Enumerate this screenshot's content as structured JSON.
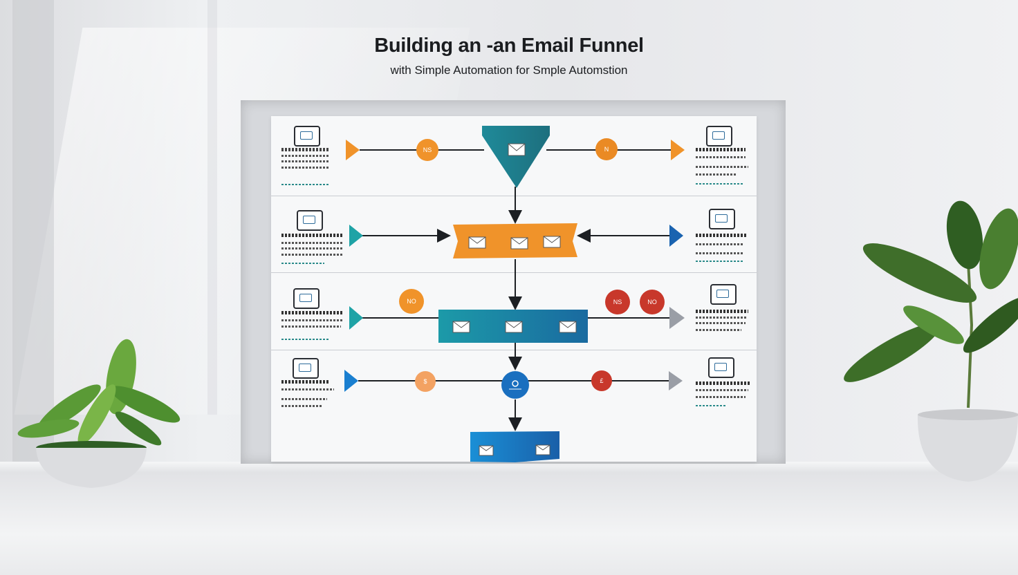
{
  "title": "Building an -an Email Funnel",
  "subtitle": "with Simple Automation for Smple Automstion",
  "colors": {
    "teal": "#1f8a99",
    "orange": "#f0932a",
    "blue": "#1a6fbf",
    "red": "#c8382b",
    "dark": "#1c1f23"
  },
  "badges": {
    "row1_left": "NS",
    "row1_right": "N",
    "row3_left": "NO",
    "row3_right_a": "NS",
    "row3_right_b": "NO",
    "row4_left": "$",
    "row4_right": "£"
  },
  "icons": {
    "stage1": "envelope-icon",
    "stage2": "envelope-icon",
    "stage3": "envelope-icon",
    "stage5": "envelope-icon",
    "hub": "gear-icon",
    "plants": "potted-plant-icon"
  }
}
